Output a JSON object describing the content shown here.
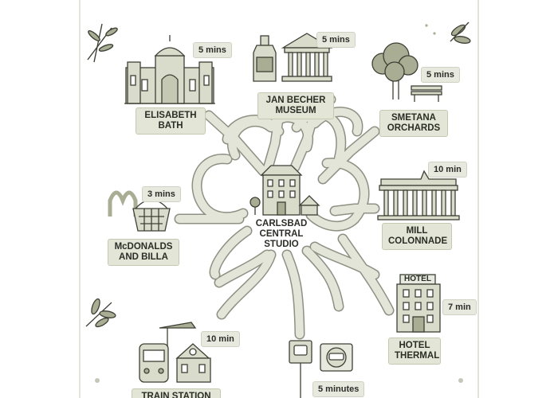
{
  "map": {
    "center": {
      "name": "CARLSBAD\nCENTRAL\nSTUDIO",
      "icon": "apartment-building-icon"
    },
    "places": [
      {
        "id": "elisabeth-bath",
        "name": "ELISABETH\nBATH",
        "time": "5 mins",
        "icon": "spa-building-icon"
      },
      {
        "id": "jan-becher-museum",
        "name": "JAN BECHER\nMUSEUM",
        "time": "5 mins",
        "icon": "museum-bottle-icon"
      },
      {
        "id": "smetana-orchards",
        "name": "SMETANA\nORCHARDS",
        "time": "5 mins",
        "icon": "tree-bench-icon"
      },
      {
        "id": "mill-colonnade",
        "name": "MILL\nCOLONNADE",
        "time": "10 min",
        "icon": "colonnade-icon"
      },
      {
        "id": "mcdonalds-billa",
        "name": "McDONALDS\nAND BILLA",
        "time": "3 mins",
        "icon": "fastfood-basket-icon"
      },
      {
        "id": "hotel-thermal",
        "name": "HOTEL\nTHERMAL",
        "time": "7 min",
        "icon": "hotel-icon",
        "sign": "HOTEL"
      },
      {
        "id": "train-station",
        "name": "TRAIN STATION",
        "time": "10 min",
        "icon": "train-icon"
      },
      {
        "id": "bus-parking",
        "name": "",
        "time": "5 minutes",
        "icon": "bus-parking-icon"
      }
    ]
  },
  "colors": {
    "road_fill": "#e2e5d8",
    "road_edge": "#8d9183",
    "building_fill": "#d9dcca",
    "ink": "#3d4035",
    "label_bg": "#e3e6d6",
    "accent_green": "#a8ad93"
  }
}
